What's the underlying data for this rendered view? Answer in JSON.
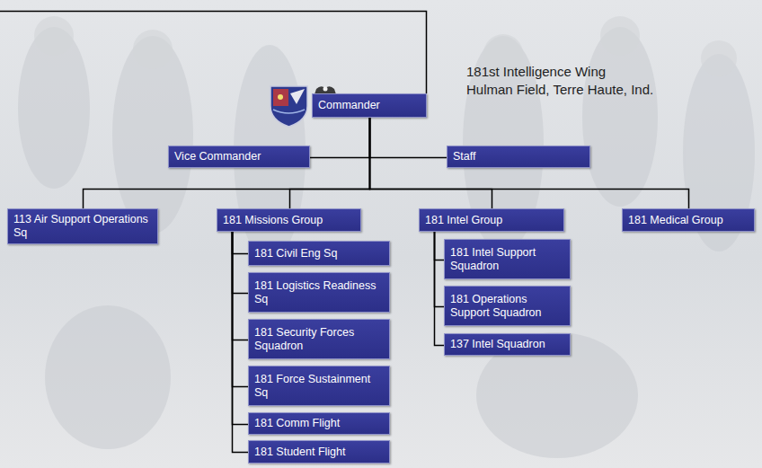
{
  "diagram": {
    "nodes": [
      {
        "text": [
          "Commander"
        ]
      },
      {
        "text": [
          "Vice Commander"
        ]
      },
      {
        "text": [
          "Staff"
        ]
      },
      {
        "text": [
          "113 Air Support Operations Sq"
        ]
      },
      {
        "text": [
          "181 Missions Group"
        ]
      },
      {
        "text": [
          "181 Civil Eng Sq"
        ]
      },
      {
        "text": [
          "181 Logistics Readiness Sq"
        ]
      },
      {
        "text": [
          "181 Security Forces Squadron"
        ]
      },
      {
        "text": [
          "181 Force Sustainment Sq"
        ]
      },
      {
        "text": [
          "181 Comm Flight"
        ]
      },
      {
        "text": [
          "181 Student Flight"
        ]
      },
      {
        "text": [
          "181 Intel Group"
        ]
      },
      {
        "text": [
          "181 Intel Support Squadron"
        ]
      },
      {
        "text": [
          "181 Operations Support Squadron"
        ]
      },
      {
        "text": [
          "137 Intel Squadron"
        ]
      },
      {
        "text": [
          "181 Medical Group"
        ]
      }
    ],
    "edges": [
      {
        "from": 0,
        "to": 1,
        "arrow": "none"
      },
      {
        "from": 0,
        "to": 2,
        "arrow": "none"
      },
      {
        "from": 0,
        "to": 3,
        "arrow": "none"
      },
      {
        "from": 0,
        "to": 4,
        "arrow": "none"
      },
      {
        "from": 0,
        "to": 11,
        "arrow": "none"
      },
      {
        "from": 0,
        "to": 15,
        "arrow": "none"
      },
      {
        "from": 4,
        "to": 5,
        "arrow": "none"
      },
      {
        "from": 4,
        "to": 6,
        "arrow": "none"
      },
      {
        "from": 4,
        "to": 7,
        "arrow": "none"
      },
      {
        "from": 4,
        "to": 8,
        "arrow": "none"
      },
      {
        "from": 4,
        "to": 9,
        "arrow": "none"
      },
      {
        "from": 4,
        "to": 10,
        "arrow": "none"
      },
      {
        "from": 11,
        "to": 12,
        "arrow": "none"
      },
      {
        "from": 11,
        "to": 13,
        "arrow": "none"
      },
      {
        "from": 11,
        "to": 14,
        "arrow": "none"
      }
    ],
    "labels": [
      "181st Intelligence Wing",
      "Hulman Field, Terre Haute, Ind."
    ]
  }
}
